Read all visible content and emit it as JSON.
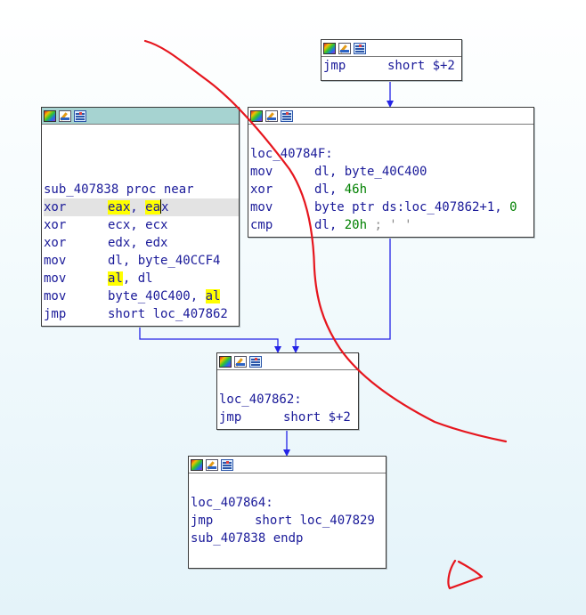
{
  "blocks": {
    "jmp_top": {
      "lines": [
        {
          "mnem": "jmp",
          "ops": "short $+2"
        }
      ]
    },
    "proc": {
      "label": "sub_407838 proc near",
      "lines": [
        {
          "mnem": "xor",
          "a": "eax",
          "b": "ea",
          "c": "x"
        },
        {
          "mnem": "xor",
          "ops": "ecx, ecx"
        },
        {
          "mnem": "xor",
          "ops": "edx, edx"
        },
        {
          "mnem": "mov",
          "ops": "dl, byte_40CCF4"
        },
        {
          "mnem": "mov",
          "a": "al",
          "rest": ", dl"
        },
        {
          "mnem": "mov",
          "pre": "byte_40C400, ",
          "a": "al"
        },
        {
          "mnem": "jmp",
          "ops": "short loc_407862"
        }
      ]
    },
    "loc_40784F": {
      "label": "loc_40784F:",
      "lines": [
        {
          "mnem": "mov",
          "ops": "dl, byte_40C400"
        },
        {
          "mnem": "xor",
          "pre": "dl, ",
          "num": "46h"
        },
        {
          "mnem": "mov",
          "pre": "byte ptr ds:loc_407862+1, ",
          "num": "0"
        },
        {
          "mnem": "cmp",
          "pre": "dl, ",
          "num": "20h",
          "cmt": " ; ' '"
        }
      ]
    },
    "loc_407862": {
      "label": "loc_407862:",
      "lines": [
        {
          "mnem": "jmp",
          "ops": "short $+2"
        }
      ]
    },
    "loc_407864": {
      "label": "loc_407864:",
      "lines": [
        {
          "mnem": "jmp",
          "ops": "short loc_407829"
        }
      ],
      "end": "sub_407838 endp"
    }
  },
  "colors": {
    "edge": "#2323e6",
    "ink": "#e6161e",
    "active_title": "#a6d3d1",
    "highlight": "#ffff00"
  },
  "icons": [
    "color-palette-icon",
    "edit-pencil-icon",
    "graph-overview-icon"
  ]
}
